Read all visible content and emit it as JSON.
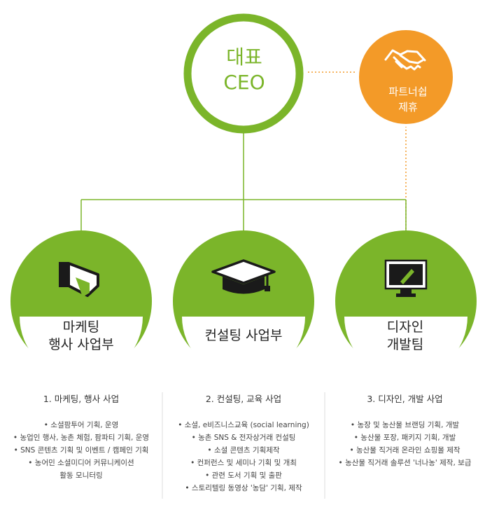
{
  "ceo": {
    "line1": "대표",
    "line2": "CEO"
  },
  "partner": {
    "line1": "파트너쉽",
    "line2": "제휴",
    "icon": "handshake-icon"
  },
  "colors": {
    "green": "#7bb52a",
    "orange": "#f39a28",
    "divider": "#dddddd"
  },
  "divisions": [
    {
      "icon": "megaphone-icon",
      "line1": "마케팅",
      "line2": "행사 사업부"
    },
    {
      "icon": "graduation-cap-icon",
      "line1": "컨설팅 사업부"
    },
    {
      "icon": "monitor-pen-icon",
      "line1": "디자인",
      "line2": "개발팀"
    }
  ],
  "columns": [
    {
      "title": "1. 마케팅, 행사 사업",
      "items": [
        "• 소셜팜투어 기획, 운영",
        "• 농업인 행사, 농촌 체험, 팜파티 기획, 운영",
        "• SNS 콘텐츠 기획 및 이벤트 / 캠페인 기획",
        "• 농어민 소셜미디어 커뮤니케이션",
        "활동 모니터링"
      ]
    },
    {
      "title": "2. 컨설팅, 교육 사업",
      "items": [
        "• 소셜, e비즈니스교육 (social learning)",
        "• 농촌 SNS & 전자상거래 컨설팅",
        "• 소셜 콘텐츠 기획제작",
        "• 컨퍼런스 및 세미나 기획 및 개최",
        "• 관련 도서 기획 및 출판",
        "• 스토리텔링 동영상 '농담' 기획, 제작"
      ]
    },
    {
      "title": "3. 디자인, 개발 사업",
      "items": [
        "• 농장 및 농산물 브랜딩 기획, 개발",
        "• 농산물 포장, 패키지 기획, 개발",
        "• 농산물 직거래 온라인 쇼핑몰 제작",
        "• 농산물 직거래 솔루션 '너나농' 제작, 보급"
      ]
    }
  ]
}
